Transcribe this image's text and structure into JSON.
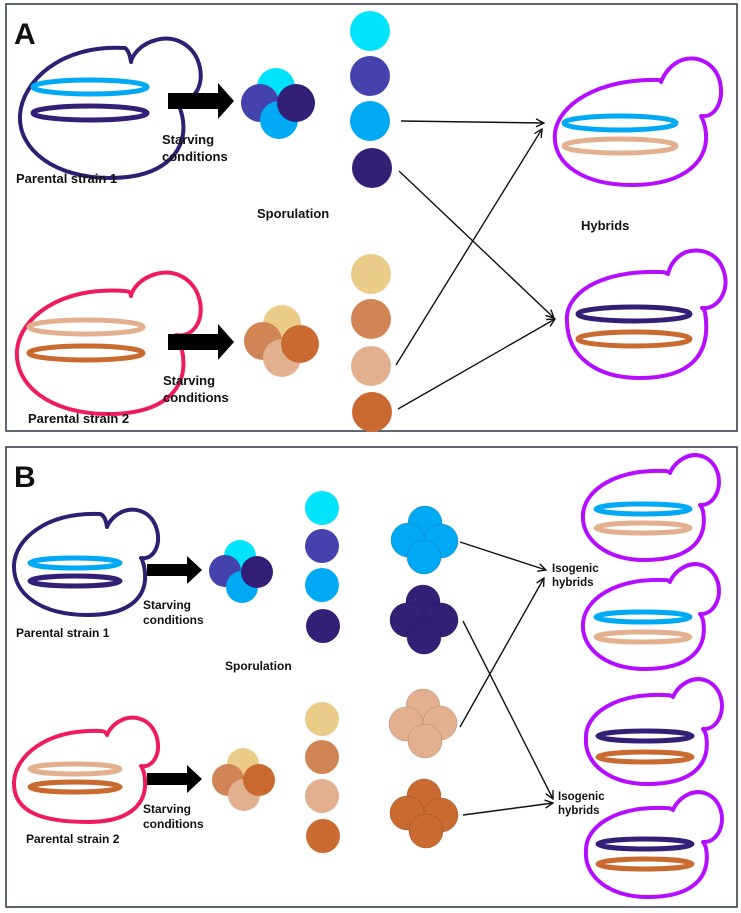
{
  "panels": [
    {
      "letter": "A",
      "parental1_label": "Parental strain 1",
      "parental2_label": "Parental strain 2",
      "starving1_line1": "Starving",
      "starving1_line2": "conditions",
      "starving2_line1": "Starving",
      "starving2_line2": "conditions",
      "sporulation_label": "Sporulation",
      "hybrids_label": "Hybrids"
    },
    {
      "letter": "B",
      "parental1_label": "Parental strain 1",
      "parental2_label": "Parental strain 2",
      "starving1_line1": "Starving",
      "starving1_line2": "conditions",
      "starving2_line1": "Starving",
      "starving2_line2": "conditions",
      "sporulation_label": "Sporulation",
      "isogenic1_line1": "Isogenic",
      "isogenic1_line2": "hybrids",
      "isogenic2_line1": "Isogenic",
      "isogenic2_line2": "hybrids"
    }
  ],
  "colors": {
    "frame": "#2b3540",
    "strain1_outline": "#2e1f72",
    "strain2_outline": "#ee1c5e",
    "hybrid_outline": "#b40dff",
    "spore_cyan": "#00e3fb",
    "spore_indigo": "#4443ad",
    "spore_sky": "#00a9f4",
    "spore_navy": "#341f77",
    "spore_tan": "#ebcb88",
    "spore_copper": "#d18555",
    "spore_peach": "#e3b08f",
    "spore_rust": "#c96a30"
  }
}
